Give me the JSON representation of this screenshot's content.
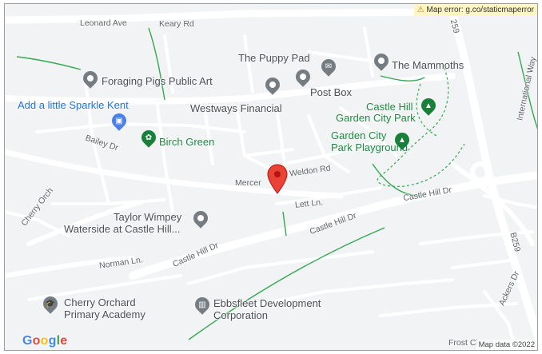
{
  "error": {
    "icon": "warning-icon",
    "text": "Map error: g.co/staticmaperror"
  },
  "streets": {
    "leonard_ave": "Leonard Ave",
    "keary_rd": "Keary Rd",
    "b259_north": "259",
    "international_way": "International Way",
    "bailey_dr": "Bailey Dr",
    "weldon_rd": "Weldon Rd",
    "mercer": "Mercer",
    "lett_ln": "Lett Ln.",
    "castle_hill_dr_1": "Castle Hill Dr",
    "castle_hill_dr_2": "Castle Hill Dr",
    "castle_hill_dr_3": "Castle Hill Dr",
    "cherry_orch": "Cherry Orch",
    "norman_ln": "Norman Ln.",
    "b259": "B259",
    "ackers_dr": "Ackers Dr",
    "frost_cl": "Frost Cl"
  },
  "pois": {
    "puppy_pad": "The Puppy Pad",
    "mammoths": "The Mammoths",
    "foraging_pigs": "Foraging Pigs Public Art",
    "post_box": "Post Box",
    "sparkle_kent": "Add a little Sparkle Kent",
    "westways": "Westways Financial",
    "castle_hill_park_1": "Castle Hill",
    "castle_hill_park_2": "Garden City Park",
    "garden_city_playground_1": "Garden City",
    "garden_city_playground_2": "Park Playground",
    "birch_green": "Birch Green",
    "taylor_wimpey_1": "Taylor Wimpey",
    "taylor_wimpey_2": "Waterside at Castle Hill...",
    "cherry_orchard_1": "Cherry Orchard",
    "cherry_orchard_2": "Primary Academy",
    "ebbsfleet_1": "Ebbsfleet Development",
    "ebbsfleet_2": "Corporation"
  },
  "colors": {
    "map_bg": "#f1f3f4",
    "road": "#ffffff",
    "green_line": "#34a853",
    "marker": "#ea4335"
  },
  "footer": {
    "logo": "Google",
    "attribution": "Map data ©2022"
  }
}
